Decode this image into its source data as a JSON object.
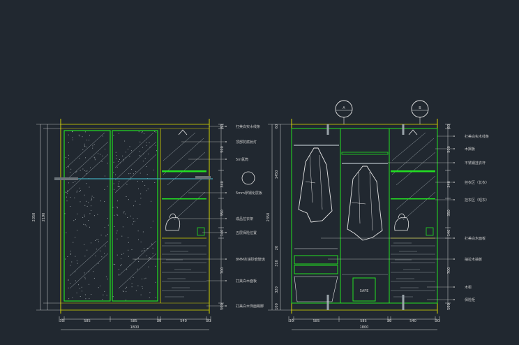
{
  "colors": {
    "background": "#212830",
    "frame": "#d4d400",
    "panel": "#22e022",
    "dim": "#d8d8d8",
    "cyan": "#40a8b8",
    "white": "#e6e6e6"
  },
  "left_elevation": {
    "horizontal_dims": [
      "30",
      "585",
      "585",
      "30",
      "540",
      "30"
    ],
    "overall_width": "1800",
    "vertical_dims": [
      "60",
      "500",
      "340",
      "350",
      "140",
      "700",
      "100"
    ],
    "overall_height": "2350",
    "inner_height": "2190",
    "labels": [
      "打美白实木线条",
      "顶部防腐射灯",
      "5m氯筒",
      "5mm厚钢化层板",
      "成品拉衣架",
      "五层保险位置",
      "8MM灰镜砂磨玻璃",
      "打美白木面板",
      "打美白木饰面踢脚"
    ]
  },
  "right_elevation": {
    "section_markers": [
      "A",
      "B"
    ],
    "horizontal_dims": [
      "30",
      "585",
      "585",
      "30",
      "540",
      "30"
    ],
    "overall_width": "1800",
    "vertical_dims": [
      "60",
      "500",
      "340",
      "350",
      "140",
      "700",
      "100"
    ],
    "left_vertical_dims": [
      "60",
      "1450",
      "2350",
      "20",
      "310",
      "320",
      "100"
    ],
    "labels": [
      "打美白实木线条",
      "木搁板",
      "不锈钢挂衣杆",
      "挂衣区（长衣）",
      "挂衣区（短衣）",
      "打美白木面板",
      "抽拉木抽板",
      "木柜",
      "保险柜"
    ],
    "safe_label": "SAFE"
  }
}
